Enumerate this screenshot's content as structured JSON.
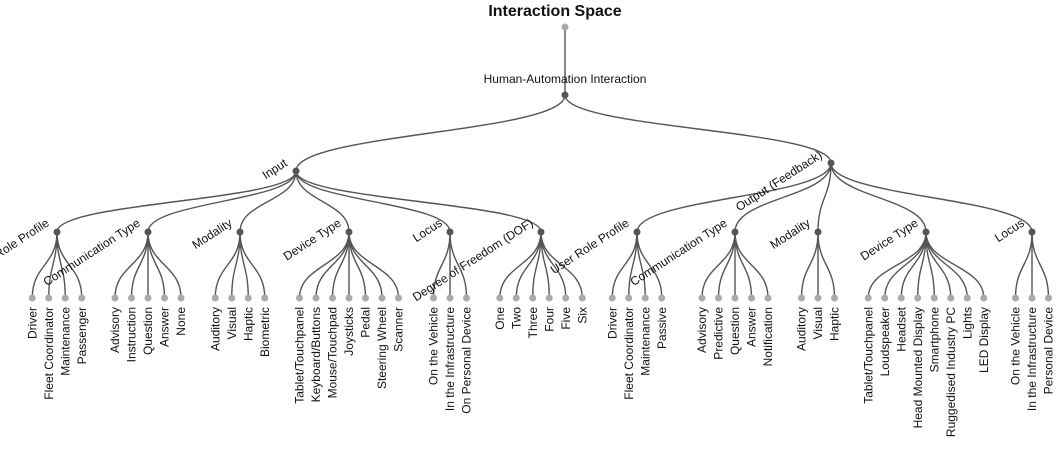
{
  "title": "Interaction Space",
  "root": "Human-Automation Interaction",
  "branches": [
    {
      "label": "Input",
      "groups": [
        {
          "label": "User Role Profile",
          "leaves": [
            "Driver",
            "Fleet Coordinator",
            "Maintenance",
            "Passenger"
          ]
        },
        {
          "label": "Communication Type",
          "leaves": [
            "Advisory",
            "Instruction",
            "Question",
            "Answer",
            "None"
          ]
        },
        {
          "label": "Modality",
          "leaves": [
            "Auditory",
            "Visual",
            "Haptic",
            "Biometric"
          ]
        },
        {
          "label": "Device Type",
          "leaves": [
            "Tablet/Touchpanel",
            "Keyboard/Buttons",
            "Mouse/Touchpad",
            "Joysticks",
            "Pedal",
            "Steering Wheel",
            "Scanner"
          ]
        },
        {
          "label": "Locus",
          "leaves": [
            "On the Vehicle",
            "In the Infrastructure",
            "On Personal Device"
          ]
        },
        {
          "label": "Degree of Freedom (DOF)",
          "leaves": [
            "One",
            "Two",
            "Three",
            "Four",
            "Five",
            "Six"
          ]
        }
      ]
    },
    {
      "label": "Output (Feedback)",
      "groups": [
        {
          "label": "User Role Profile",
          "leaves": [
            "Driver",
            "Fleet Coordinator",
            "Maintenance",
            "Passive"
          ]
        },
        {
          "label": "Communication Type",
          "leaves": [
            "Advisory",
            "Predictive",
            "Question",
            "Answer",
            "Notification"
          ]
        },
        {
          "label": "Modality",
          "leaves": [
            "Auditory",
            "Visual",
            "Haptic"
          ]
        },
        {
          "label": "Device Type",
          "leaves": [
            "Tablet/Touchpanel",
            "Loudspeaker",
            "Headset",
            "Head Mounted Display",
            "Smartphone",
            "Ruggedised Industry PC",
            "Lights",
            "LED Display"
          ]
        },
        {
          "label": "Locus",
          "leaves": [
            "On the Vehicle",
            "In the Infrastructure",
            "Personal Device"
          ]
        }
      ]
    }
  ]
}
